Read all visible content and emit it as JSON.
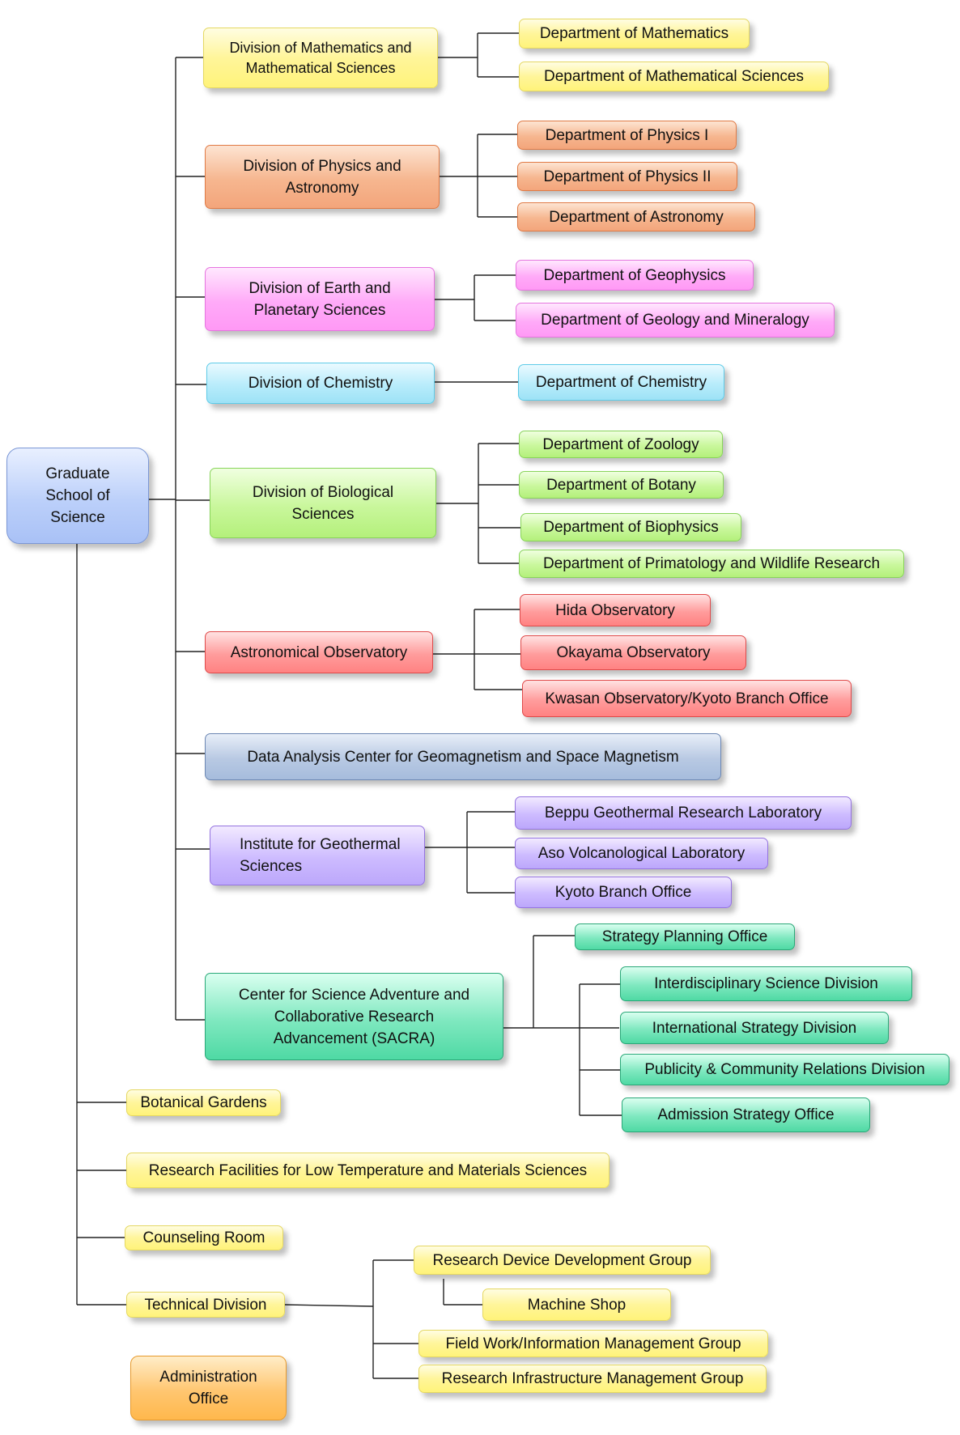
{
  "root": {
    "label": "Graduate School of Science"
  },
  "divisions": {
    "math": {
      "label": "Division of Mathematics and Mathematical Sciences",
      "children": [
        "Department of Mathematics",
        "Department of Mathematical Sciences"
      ]
    },
    "physics": {
      "label": "Division of Physics and Astronomy",
      "children": [
        "Department of Physics I",
        "Department of Physics II",
        "Department of Astronomy"
      ]
    },
    "earth": {
      "label": "Division of Earth and Planetary Sciences",
      "children": [
        "Department of Geophysics",
        "Department of Geology and Mineralogy"
      ]
    },
    "chemistry": {
      "label": "Division of Chemistry",
      "children": [
        "Department of Chemistry"
      ]
    },
    "bio": {
      "label": "Division of Biological Sciences",
      "children": [
        "Department of Zoology",
        "Department of Botany",
        "Department of Biophysics",
        "Department of Primatology and Wildlife Research"
      ]
    },
    "observatory": {
      "label": "Astronomical Observatory",
      "children": [
        "Hida Observatory",
        "Okayama Observatory",
        "Kwasan Observatory/Kyoto Branch Office"
      ]
    },
    "data_center": {
      "label": "Data Analysis Center for Geomagnetism and Space Magnetism"
    },
    "geothermal": {
      "label": "Institute for Geothermal Sciences",
      "children": [
        "Beppu Geothermal Research Laboratory",
        "Aso Volcanological Laboratory",
        "Kyoto Branch Office"
      ]
    },
    "sacra": {
      "label": "Center for Science Adventure and Collaborative Research Advancement (SACRA)",
      "strategy": "Strategy Planning Office",
      "children": [
        "Interdisciplinary Science Division",
        "International Strategy Division",
        "Publicity & Community Relations Division",
        "Admission Strategy Office"
      ]
    }
  },
  "facilities": {
    "botanical": "Botanical Gardens",
    "low_temp": "Research Facilities for Low Temperature and Materials Sciences",
    "counseling": "Counseling Room",
    "technical": {
      "label": "Technical Division",
      "device_group": "Research Device Development Group",
      "machine_shop": "Machine Shop",
      "field_group": "Field Work/Information Management Group",
      "infra_group": "Research Infrastructure Management Group"
    }
  },
  "admin": {
    "label": "Administration Office"
  },
  "colors": {
    "math": "#fff59a",
    "physics": "#f6b68f",
    "earth": "#ffaaf8",
    "chemistry": "#b8ecfb",
    "bio": "#c9f79c",
    "observatory": "#ff9c9c",
    "data_center": "#b8c9e3",
    "geothermal": "#cdbbff",
    "sacra": "#7ee8bf",
    "facilities": "#fff37a",
    "admin": "#ffc670",
    "root": "#bcd0fa"
  }
}
